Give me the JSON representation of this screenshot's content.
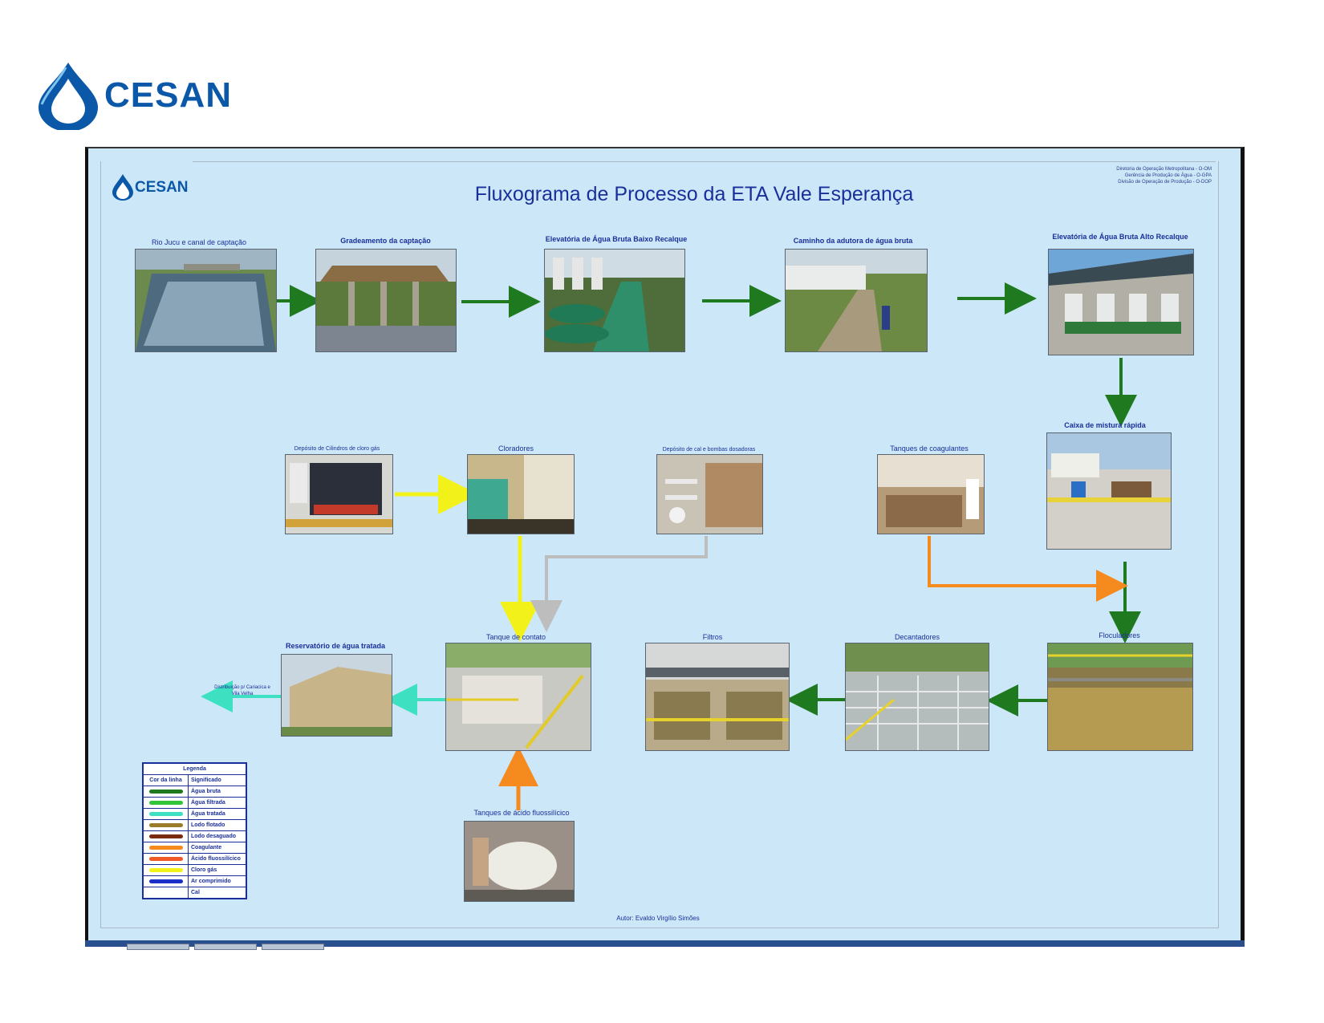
{
  "brand": {
    "name": "CESAN",
    "color": "#0b58a8"
  },
  "diagram": {
    "title": "Fluxograma de Processo da ETA Vale Esperança",
    "mini_logo": "CESAN",
    "info_lines": [
      "Diretoria de Operação Metropolitana - O-OM",
      "Gerência de Produção de Água - O-GPA",
      "Divisão de Operação de Produção - O-DOP"
    ],
    "author": "Autor: Evaldo Virgílio Simões",
    "distribution": "Distribuição p/ Cariacica e Vila Velha",
    "stages": {
      "s1": "Rio Jucu e canal de captação",
      "s2": "Gradeamento da captação",
      "s3": "Elevatória de Água Bruta Baixo Recalque",
      "s4": "Caminho da adutora de água bruta",
      "s5": "Elevatória de Água Bruta Alto Recalque",
      "s6": "Caixa de mistura rápida",
      "s7": "Tanques de coagulantes",
      "s8": "Depósito de cal e bombas dosadoras",
      "s9": "Cloradores",
      "s10": "Depósito de Cilindros de cloro gás",
      "s11": "Floculadores",
      "s12": "Decantadores",
      "s13": "Filtros",
      "s14": "Tanque de contato",
      "s15": "Reservatório de água tratada",
      "s16": "Tanques de ácido fluossilícico"
    },
    "legend": {
      "title": "Legenda",
      "col1": "Cor da linha",
      "col2": "Significado",
      "items": [
        {
          "color": "#1f7a1f",
          "label": "Água bruta"
        },
        {
          "color": "#33c43a",
          "label": "Água filtrada"
        },
        {
          "color": "#3de0c0",
          "label": "Água tratada"
        },
        {
          "color": "#9a7b2a",
          "label": "Lodo flotado"
        },
        {
          "color": "#7a2a10",
          "label": "Lodo desaguado"
        },
        {
          "color": "#f58a1f",
          "label": "Coagulante"
        },
        {
          "color": "#f05a28",
          "label": "Ácido fluossilícico"
        },
        {
          "color": "#f2f21a",
          "label": "Cloro gás"
        },
        {
          "color": "#1a2fc8",
          "label": "Ar comprimido"
        },
        {
          "color": "",
          "label": "Cal"
        }
      ]
    },
    "flow_colors": {
      "raw": "#1f7a1f",
      "treated": "#3de0c0",
      "coagulant": "#f58a1f",
      "acid": "#f58a1f",
      "chlorine": "#f2f21a",
      "lime": "#bdbdbd"
    }
  }
}
